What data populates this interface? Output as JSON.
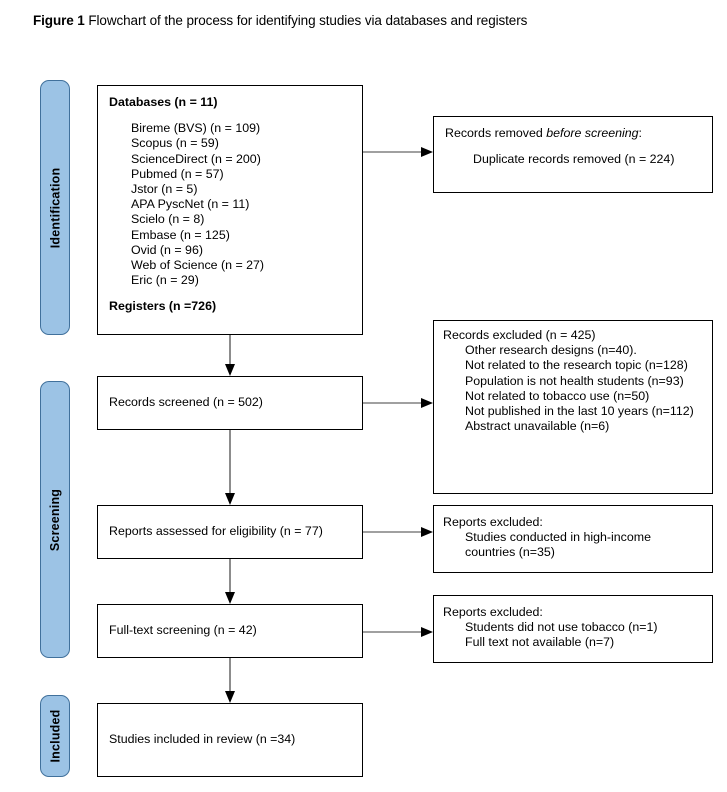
{
  "figure": {
    "label": "Figure 1",
    "caption": "Flowchart of the process for identifying studies via databases and registers"
  },
  "theme": {
    "tab_fill": "#9CC3E5",
    "tab_border": "#41719C",
    "box_border": "#000000",
    "arrow_color": "#808080",
    "arrow_head": "#000000",
    "page_background": "#FFFFFF"
  },
  "phases": [
    {
      "name": "identification",
      "label": "Identification"
    },
    {
      "name": "screening",
      "label": "Screening"
    },
    {
      "name": "included",
      "label": "Included"
    }
  ],
  "boxes": {
    "identification_sources": {
      "title": "Databases (n = 11)",
      "sources": [
        "Bireme (BVS) (n = 109)",
        "Scopus (n = 59)",
        "ScienceDirect (n = 200)",
        "Pubmed (n = 57)",
        "Jstor (n = 5)",
        "APA PyscNet (n = 11)",
        "Scielo (n = 8)",
        "Embase (n = 125)",
        "Ovid (n = 96)",
        "Web of Science (n = 27)",
        "Eric (n = 29)"
      ],
      "registers": "Registers (n =726)"
    },
    "records_removed": {
      "heading_prefix": "Records removed ",
      "heading_italic": "before screening",
      "heading_suffix": ":",
      "item": "Duplicate records removed (n = 224)"
    },
    "records_screened": {
      "label": "Records screened (n = 502)"
    },
    "records_excluded": {
      "heading": "Records excluded (n = 425)",
      "items": [
        "Other research designs (n=40).",
        "Not related to the research topic (n=128)",
        "Population is not health students (n=93)",
        "Not related to tobacco use (n=50)",
        "Not published in the last 10 years (n=112)",
        "Abstract unavailable (n=6)"
      ]
    },
    "reports_assessed": {
      "label": "Reports assessed for eligibility (n = 77)"
    },
    "reports_excluded_eligibility": {
      "heading": "Reports excluded:",
      "items": [
        "Studies conducted in high-income countries (n=35)"
      ]
    },
    "full_text_screening": {
      "label": "Full-text screening (n = 42)"
    },
    "reports_excluded_fulltext": {
      "heading": "Reports excluded:",
      "items": [
        "Students did not use tobacco (n=1)",
        "Full text not available (n=7)"
      ]
    },
    "studies_included": {
      "label": "Studies included in review (n =34)"
    }
  }
}
